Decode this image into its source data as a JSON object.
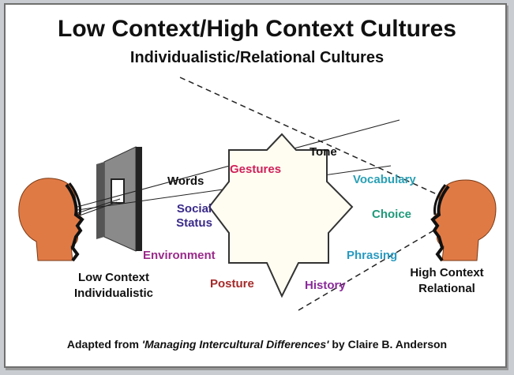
{
  "title": "Low Context/High Context Cultures",
  "subtitle": "Individualistic/Relational Cultures",
  "left_caption": {
    "line1": "Low Context",
    "line2": "Individualistic"
  },
  "right_caption": {
    "line1": "High Context",
    "line2": "Relational"
  },
  "labels": {
    "words": "Words",
    "gestures": "Gestures",
    "tone": "Tone",
    "vocabulary": "Vocabulary",
    "social": "Social",
    "status": "Status",
    "choice": "Choice",
    "environment": "Environment",
    "phrasing": "Phrasing",
    "posture": "Posture",
    "history": "History"
  },
  "footer": {
    "prefix": "Adapted from ",
    "book": "'Managing Intercultural Differences'",
    "suffix": " by Claire B. Anderson"
  },
  "colors": {
    "words": "#111111",
    "tone": "#111111",
    "gestures": "#d0205a",
    "vocabulary": "#2aa0b5",
    "social_status": "#3a2a8a",
    "choice": "#1f9a7a",
    "environment": "#9a2a8a",
    "phrasing": "#2a9ac0",
    "posture": "#a52a2a",
    "history": "#8a2a9a",
    "face": "#e07a45",
    "star_fill": "#fffdf2"
  }
}
